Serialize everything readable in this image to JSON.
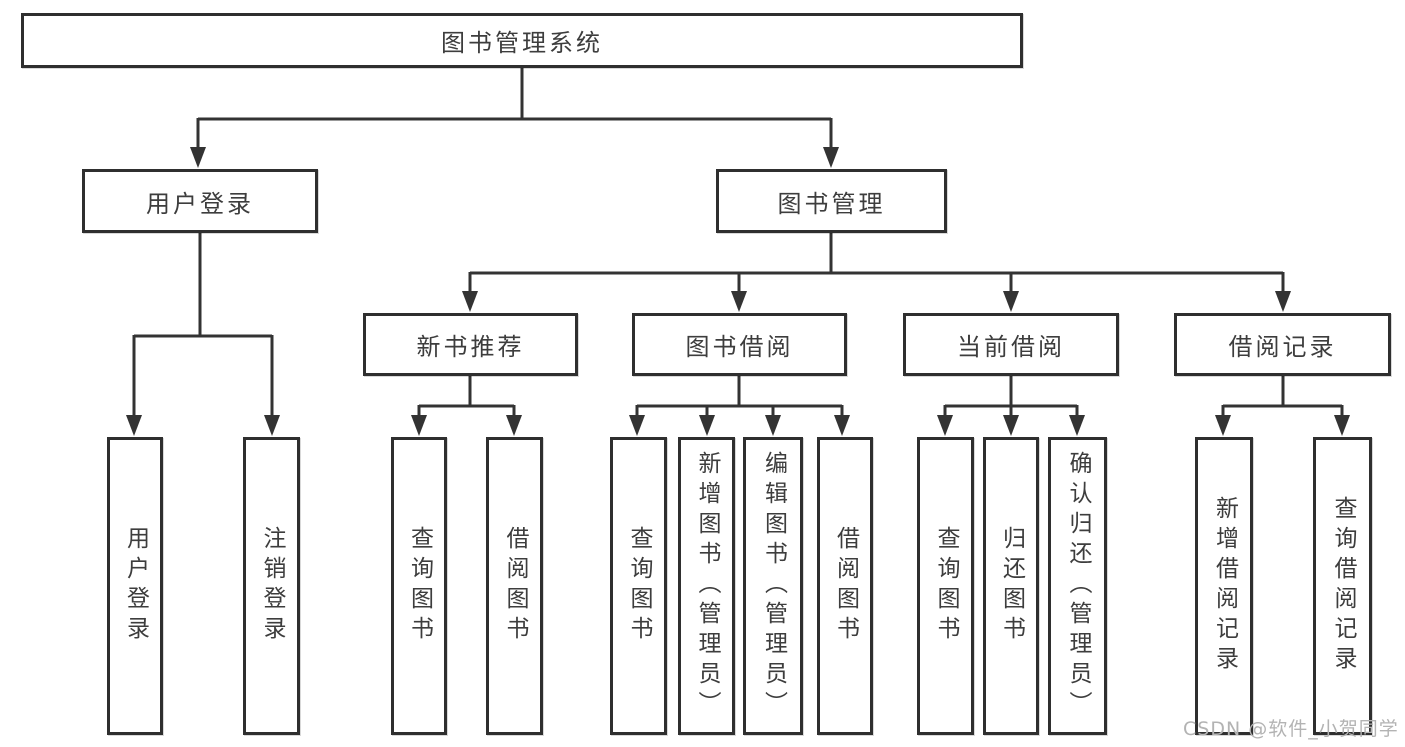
{
  "diagram_type": "hierarchy-tree",
  "colors": {
    "background": "#ffffff",
    "box_border": "#2f2f2f",
    "connector_line": "#333333",
    "text": "#3d3d3d",
    "watermark_text": "#b3b3b3"
  },
  "root": {
    "label": "图书管理系统"
  },
  "level2": [
    {
      "label": "用户登录"
    },
    {
      "label": "图书管理"
    }
  ],
  "level3": [
    {
      "label": "新书推荐",
      "parent": "图书管理"
    },
    {
      "label": "图书借阅",
      "parent": "图书管理"
    },
    {
      "label": "当前借阅",
      "parent": "图书管理"
    },
    {
      "label": "借阅记录",
      "parent": "图书管理"
    }
  ],
  "leaves": [
    {
      "label": "用户登录",
      "parent": "用户登录"
    },
    {
      "label": "注销登录",
      "parent": "用户登录"
    },
    {
      "label": "查询图书",
      "parent": "新书推荐"
    },
    {
      "label": "借阅图书",
      "parent": "新书推荐"
    },
    {
      "label": "查询图书",
      "parent": "图书借阅"
    },
    {
      "label": "新增图书（管理员）",
      "parent": "图书借阅"
    },
    {
      "label": "编辑图书（管理员）",
      "parent": "图书借阅"
    },
    {
      "label": "借阅图书",
      "parent": "图书借阅"
    },
    {
      "label": "查询图书",
      "parent": "当前借阅"
    },
    {
      "label": "归还图书",
      "parent": "当前借阅"
    },
    {
      "label": "确认归还（管理员）",
      "parent": "当前借阅"
    },
    {
      "label": "新增借阅记录",
      "parent": "借阅记录"
    },
    {
      "label": "查询借阅记录",
      "parent": "借阅记录"
    }
  ],
  "watermark": "CSDN @软件_小贺同学"
}
